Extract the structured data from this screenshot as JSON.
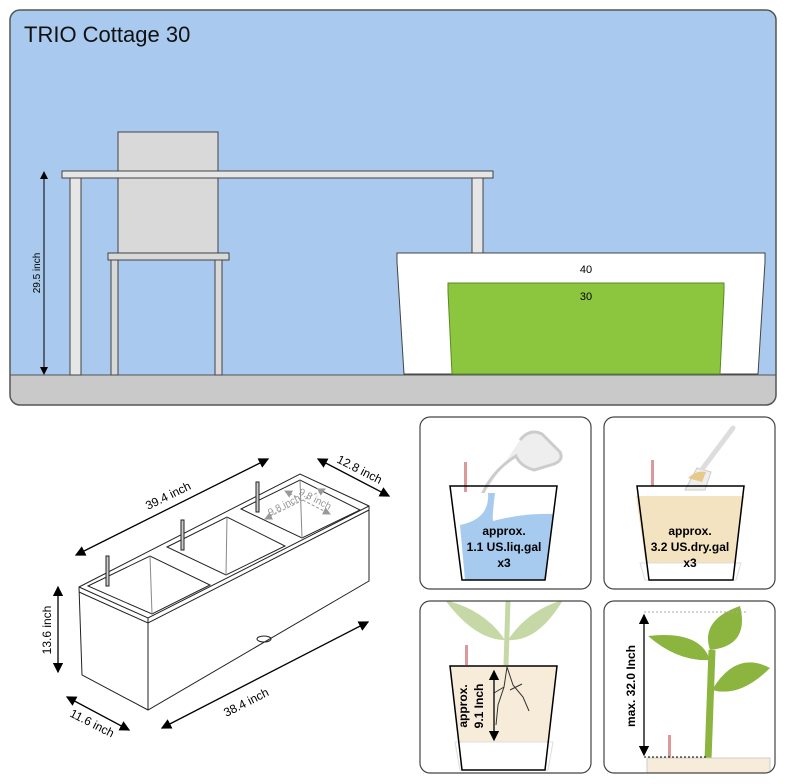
{
  "title": "TRIO Cottage 30",
  "scene": {
    "table_height": "29.5 inch",
    "planter_outer_label": "40",
    "planter_inner_label": "30"
  },
  "dimensions": {
    "top_length": "39.4 inch",
    "top_width": "12.8 inch",
    "insert_length": "9.8 inch",
    "insert_width": "9.8 inch",
    "height": "13.6 inch",
    "bottom_length": "38.4 inch",
    "bottom_width": "11.6 inch"
  },
  "panels": {
    "water": {
      "line1": "approx.",
      "line2": "1.1 US.liq.gal",
      "line3": "x3"
    },
    "soil": {
      "line1": "approx.",
      "line2": "3.2 US.dry.gal",
      "line3": "x3"
    },
    "roots": {
      "line1": "approx.",
      "line2": "9.1 Inch"
    },
    "plant": {
      "label": "max. 32.0 Inch"
    }
  },
  "colors": {
    "sky": "#a9c9ee",
    "floor": "#c9c9c9",
    "green": "#8cc63f",
    "water": "#a7cbee",
    "soil": "#f3e3c1"
  }
}
